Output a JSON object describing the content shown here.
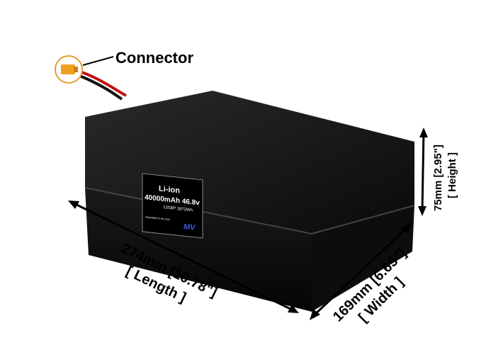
{
  "callouts": {
    "connector": "Connector",
    "length": "274mm [10.78\"]",
    "length_word": "[ Length ]",
    "width": "169mm [6.65\"]",
    "width_word": "[ Width ]",
    "height": "75mm [2.95\"]",
    "height_word": "[ Height ]"
  },
  "battery_label": {
    "chemistry": "Li-ion",
    "capacity": "40000mAh 46.8v",
    "config": "13S8P 1872Wh",
    "assembled": "Assembled in the USA",
    "logo": "MV"
  },
  "colors": {
    "body": "#0a0a0a",
    "connector": "#f0a020",
    "wire_red": "#c01010",
    "label_text": "#ffffff",
    "logo": "#3a5bd8"
  }
}
